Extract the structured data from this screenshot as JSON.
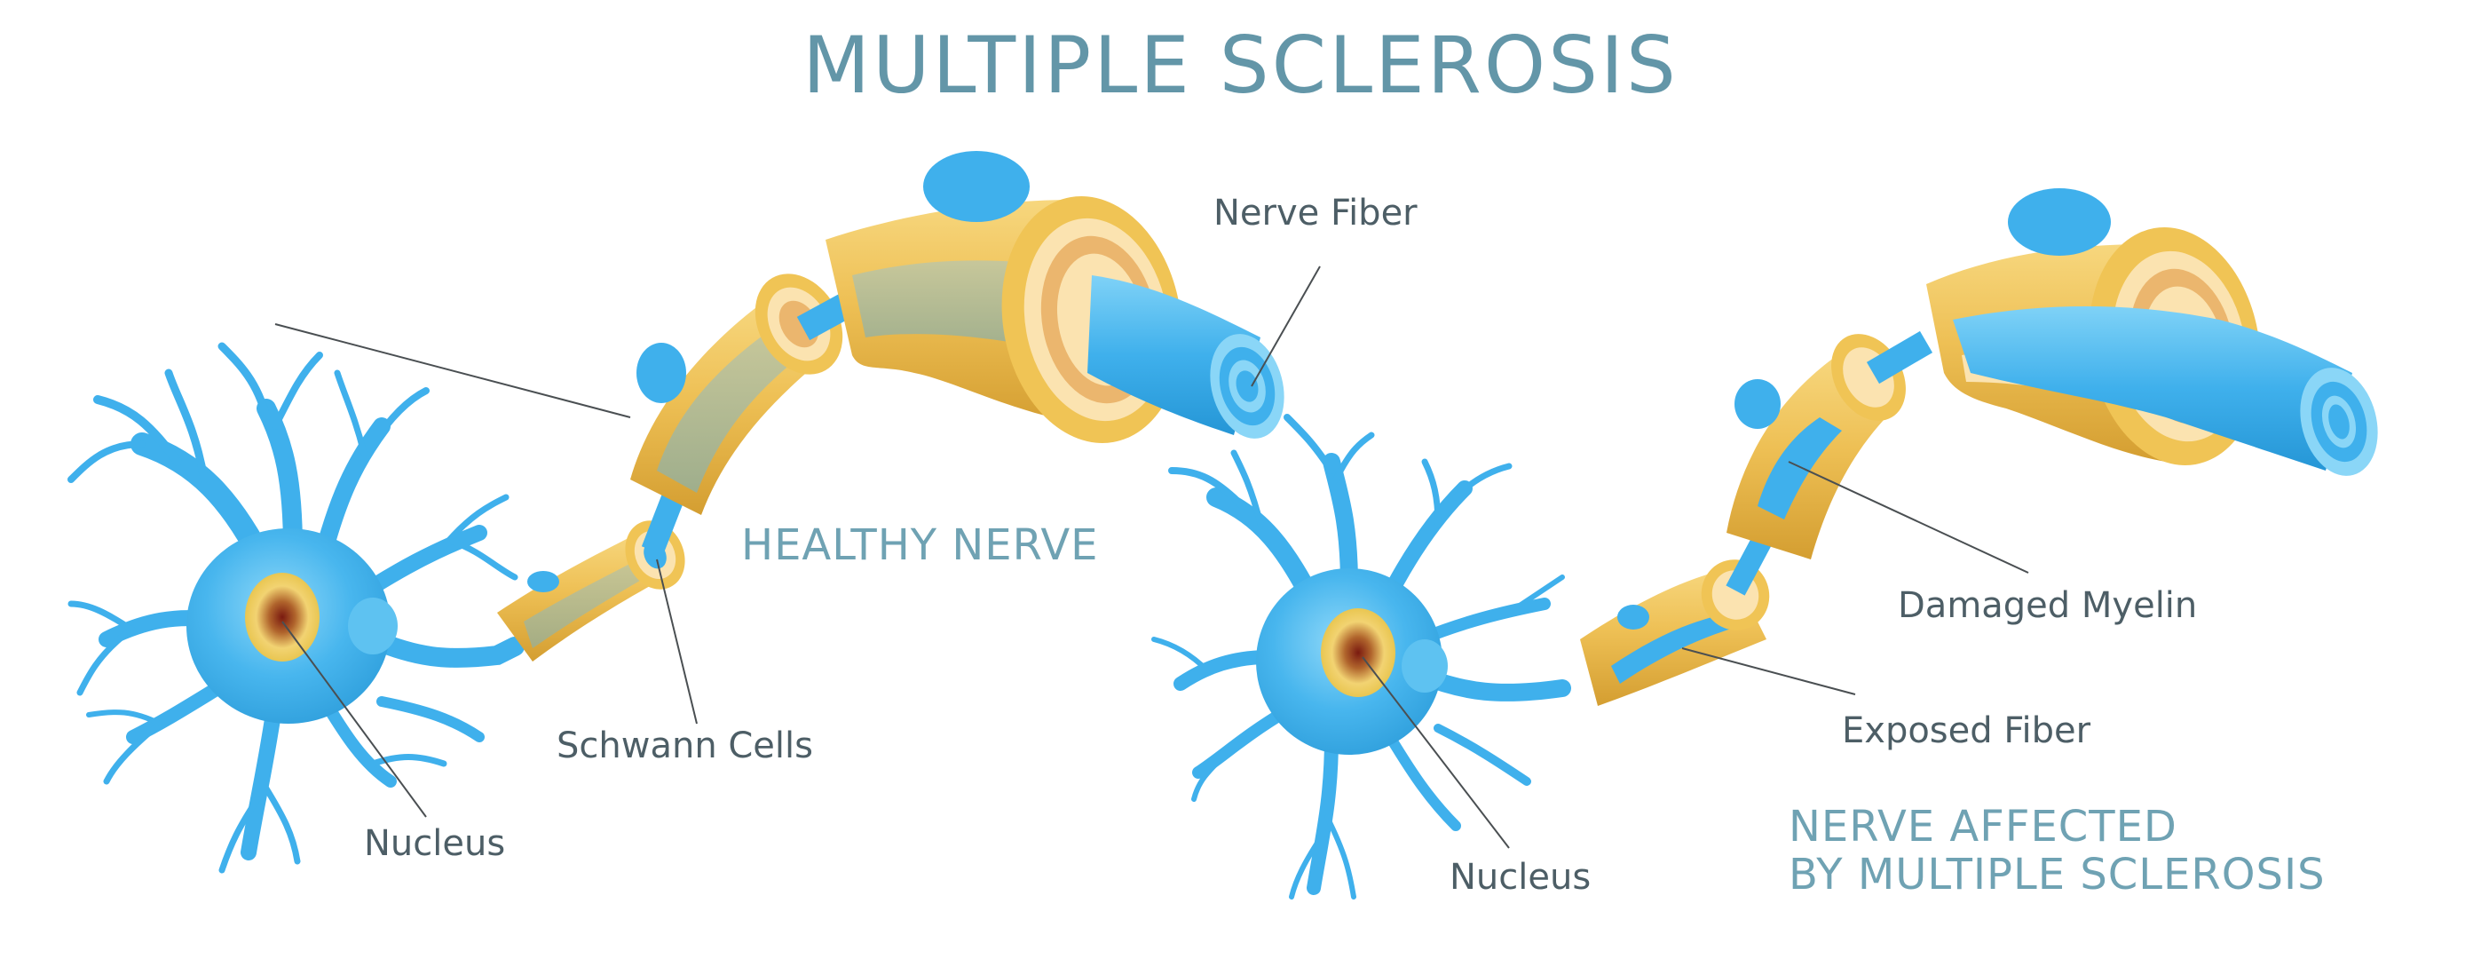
{
  "title": "MULTIPLE SCLEROSIS",
  "colors": {
    "title": "#6396a8",
    "section_heading": "#6fa2b3",
    "label_text": "#4d5e66",
    "leader_line": "#4a4f52",
    "neuron_blue": "#3fb0ec",
    "neuron_highlight": "#8ad6f7",
    "myelin_yellow": "#f0c455",
    "myelin_dark": "#d9a437",
    "myelin_inner": "#a9b690",
    "ring_light": "#fbe3b0",
    "ring_mid": "#ebb66e",
    "nucleus_ring": "#f0d36a",
    "nucleus_core": "#8e2418"
  },
  "healthy": {
    "heading": "HEALTHY NERVE",
    "labels": {
      "nerve_fiber": "Nerve Fiber",
      "schwann_cells": "Schwann Cells",
      "nucleus": "Nucleus",
      "unlabeled_pointer": ""
    }
  },
  "affected": {
    "heading_line1": "NERVE AFFECTED",
    "heading_line2": "BY MULTIPLE SCLEROSIS",
    "labels": {
      "damaged_myelin": "Damaged Myelin",
      "exposed_fiber": "Exposed Fiber",
      "nucleus": "Nucleus"
    }
  }
}
